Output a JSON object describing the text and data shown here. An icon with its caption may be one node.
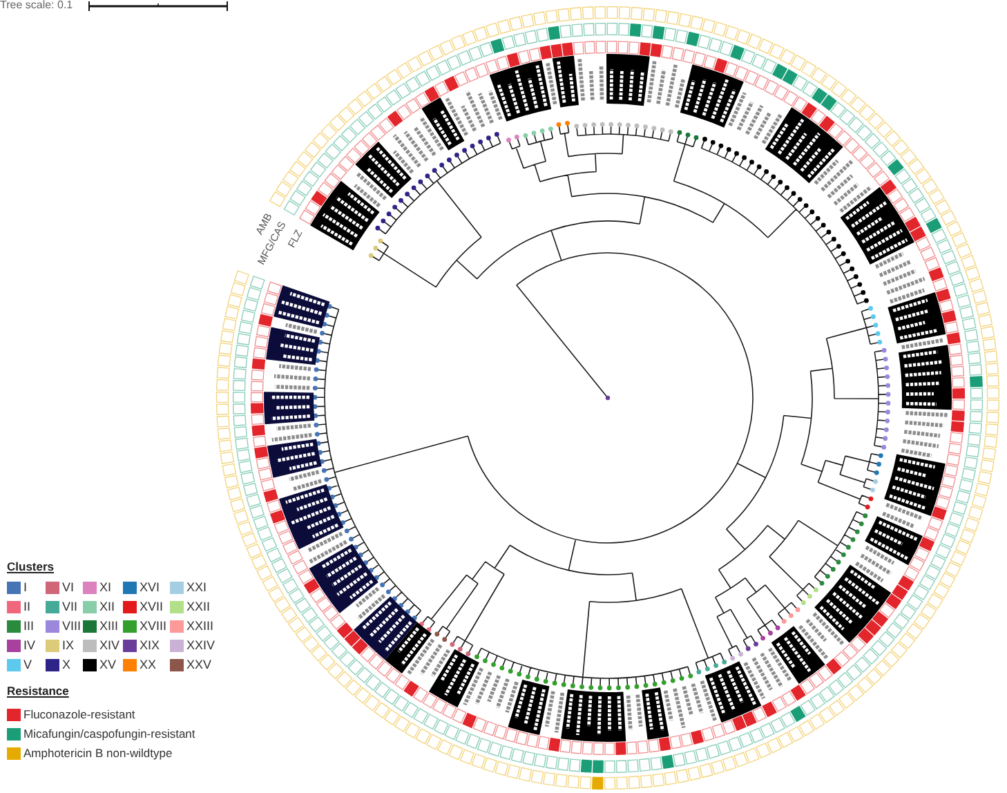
{
  "diagram": {
    "labels": [
      "Tree scale: 0.1",
      "AMB",
      "MFG/CAS",
      "FLZ",
      "Clusters",
      "Resistance"
    ],
    "legend": [
      {
        "text": "I",
        "color": "#4575b4"
      },
      {
        "text": "II",
        "color": "#f0677d"
      },
      {
        "text": "III",
        "color": "#2a8a3e"
      },
      {
        "text": "IV",
        "color": "#a8409e"
      },
      {
        "text": "V",
        "color": "#5ec9ef"
      },
      {
        "text": "VI",
        "color": "#cf6778"
      },
      {
        "text": "VII",
        "color": "#45aa98"
      },
      {
        "text": "VIII",
        "color": "#9b88dd"
      },
      {
        "text": "IX",
        "color": "#dccb78"
      },
      {
        "text": "X",
        "color": "#2e2488"
      },
      {
        "text": "XI",
        "color": "#dc82bf"
      },
      {
        "text": "XII",
        "color": "#89ceab"
      },
      {
        "text": "XIII",
        "color": "#1a7737"
      },
      {
        "text": "XIV",
        "color": "#bdbdbd"
      },
      {
        "text": "XV",
        "color": "#000000"
      },
      {
        "text": "XVI",
        "color": "#1f78b4"
      },
      {
        "text": "XVII",
        "color": "#e31a1c"
      },
      {
        "text": "XVIII",
        "color": "#33a02c"
      },
      {
        "text": "XIX",
        "color": "#6a3d9a"
      },
      {
        "text": "XX",
        "color": "#ff7f00"
      },
      {
        "text": "XXI",
        "color": "#a6cee3"
      },
      {
        "text": "XXII",
        "color": "#b2df8a"
      },
      {
        "text": "XXIII",
        "color": "#fb9a99"
      },
      {
        "text": "XXIV",
        "color": "#cab2d6"
      },
      {
        "text": "XXV",
        "color": "#8c564b"
      },
      {
        "text": "Fluconazole-resistant",
        "color": "#e3262b"
      },
      {
        "text": "Micafungin/caspofungin-resistant",
        "color": "#1b9e77"
      },
      {
        "text": "Amphotericin B non-wildtype",
        "color": "#e6ab02"
      }
    ]
  }
}
